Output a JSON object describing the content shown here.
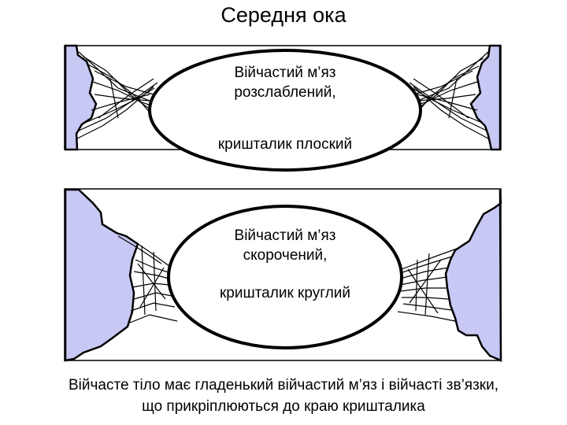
{
  "title": "Середня ока",
  "panels": [
    {
      "state": "relaxed",
      "lens_shape": "flat",
      "label_line1": "Війчастий м’яз",
      "label_line2": "розслаблений,",
      "label_line3": "кришталик плоский"
    },
    {
      "state": "contracted",
      "lens_shape": "round",
      "label_line1": "Війчастий м’яз",
      "label_line2": "скорочений,",
      "label_line3": "кришталик круглий"
    }
  ],
  "caption": {
    "line1": "Війчасте тіло має гладенький війчастий м’яз і війчасті зв’язки,",
    "line2": "що прикріплюються до краю кришталика"
  },
  "colors": {
    "ciliary_body": "#c8c8f5",
    "outline": "#000000",
    "background": "#ffffff"
  }
}
